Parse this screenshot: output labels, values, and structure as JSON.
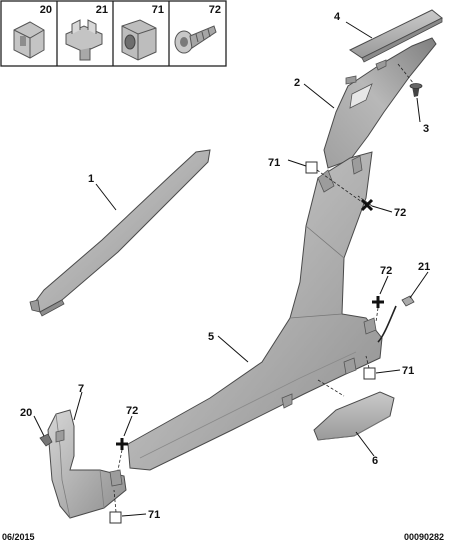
{
  "legend": {
    "items": [
      {
        "number": "20",
        "icon": "clip-icon"
      },
      {
        "number": "21",
        "icon": "connector-clip-icon"
      },
      {
        "number": "71",
        "icon": "square-nut-icon"
      },
      {
        "number": "72",
        "icon": "screw-icon"
      }
    ]
  },
  "callouts": {
    "c1": "1",
    "c2": "2",
    "c3": "3",
    "c4": "4",
    "c5": "5",
    "c6": "6",
    "c7": "7",
    "c20": "20",
    "c21": "21",
    "c71a": "71",
    "c71b": "71",
    "c71c": "71",
    "c72a": "72",
    "c72b": "72",
    "c72c": "72"
  },
  "footer": {
    "date": "06/2015",
    "reference": "00090282"
  },
  "colors": {
    "part_fill": "#b3b3b3",
    "part_dark": "#8f8f8f",
    "part_light": "#d4d4d4",
    "outline": "#4a4a4a"
  }
}
